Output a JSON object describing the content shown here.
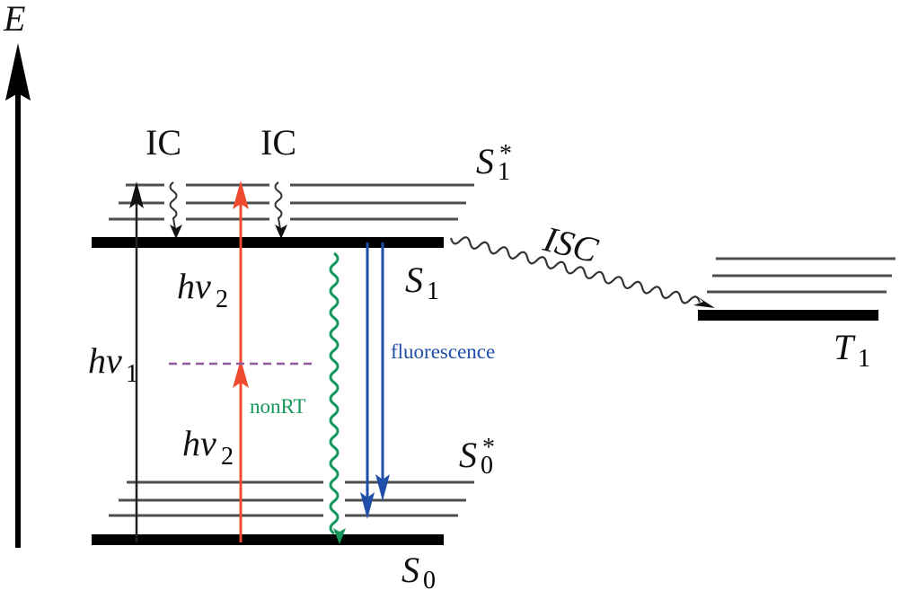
{
  "diagram": {
    "type": "Jablonski energy-level diagram",
    "axis": {
      "label": "E",
      "direction": "up"
    },
    "levels": [
      {
        "id": "S0",
        "label": "S",
        "subscript": "0",
        "superscript": "",
        "kind": "ground singlet"
      },
      {
        "id": "S0star",
        "label": "S",
        "subscript": "0",
        "superscript": "*",
        "kind": "vibrational sublevels of S0",
        "sublevels": 3
      },
      {
        "id": "S1",
        "label": "S",
        "subscript": "1",
        "superscript": "",
        "kind": "first excited singlet"
      },
      {
        "id": "S1star",
        "label": "S",
        "subscript": "1",
        "superscript": "*",
        "kind": "vibrational sublevels of S1",
        "sublevels": 3
      },
      {
        "id": "T1",
        "label": "T",
        "subscript": "1",
        "superscript": "",
        "kind": "first triplet",
        "sublevels": 3
      }
    ],
    "transitions": [
      {
        "id": "hv1",
        "label": "hv",
        "subscript": "1",
        "from": "S0",
        "to": "S1star",
        "style": "solid-arrow",
        "color": "#1a1a1a"
      },
      {
        "id": "hv2-upper",
        "label": "hv",
        "subscript": "2",
        "from": "virtual",
        "to": "S1star",
        "style": "solid-arrow",
        "color": "#f04a30"
      },
      {
        "id": "hv2-lower",
        "label": "hv",
        "subscript": "2",
        "from": "S0",
        "to": "virtual",
        "style": "solid-arrow",
        "color": "#f04a30"
      },
      {
        "id": "ic-left",
        "label": "IC",
        "from": "S1star",
        "to": "S1",
        "style": "wavy-arrow",
        "color": "#333333"
      },
      {
        "id": "ic-right",
        "label": "IC",
        "from": "S1star",
        "to": "S1",
        "style": "wavy-arrow",
        "color": "#333333"
      },
      {
        "id": "nonrt",
        "label": "nonRT",
        "from": "S1",
        "to": "S0",
        "style": "wavy-arrow",
        "color": "#16965a"
      },
      {
        "id": "fluorescence",
        "label": "fluorescence",
        "from": "S1",
        "to": "S0star",
        "style": "double-arrow",
        "color": "#1f4fa8"
      },
      {
        "id": "isc",
        "label": "ISC",
        "from": "S1",
        "to": "T1",
        "style": "wavy-arrow",
        "color": "#333333"
      }
    ],
    "virtual_level": {
      "style": "dashed",
      "color": "#8e5a9c"
    },
    "colors": {
      "level_thick": "#000000",
      "level_thin": "#4a4f52",
      "two_photon": "#f04a30",
      "fluorescence": "#1f4fa8",
      "nonradiative": "#16965a",
      "virtual": "#8e5a9c"
    }
  },
  "labels": {
    "energy_axis": "E",
    "ic_left": "IC",
    "ic_right": "IC",
    "s1star_main": "S",
    "s1star_sub": "1",
    "s1star_sup": "*",
    "s1_main": "S",
    "s1_sub": "1",
    "s0star_main": "S",
    "s0star_sub": "0",
    "s0star_sup": "*",
    "s0_main": "S",
    "s0_sub": "0",
    "t1_main": "T",
    "t1_sub": "1",
    "isc": "ISC",
    "hv2_upper_main": "hv",
    "hv2_upper_sub": "2",
    "hv2_lower_main": "hv",
    "hv2_lower_sub": "2",
    "hv1_main": "hv",
    "hv1_sub": "1",
    "nonrt": "nonRT",
    "fluorescence": "fluorescence"
  }
}
